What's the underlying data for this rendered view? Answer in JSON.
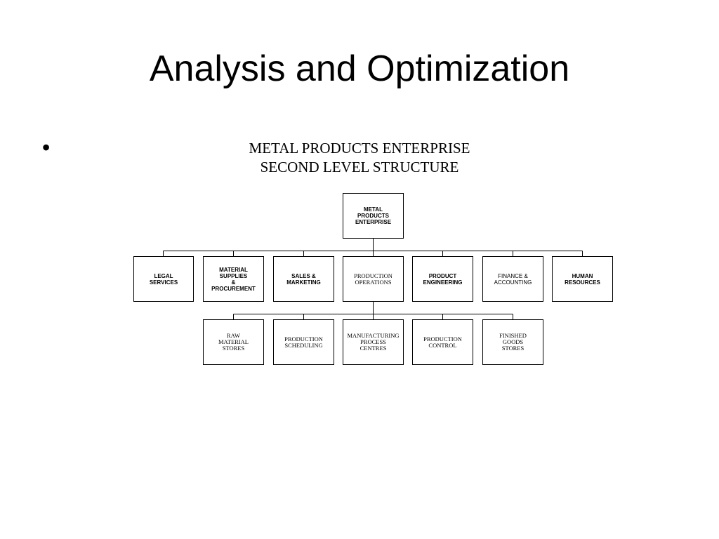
{
  "slide": {
    "title": "Analysis and Optimization",
    "bullet": "•"
  },
  "diagram": {
    "heading_line1": "METAL PRODUCTS ENTERPRISE",
    "heading_line2": "SECOND LEVEL STRUCTURE",
    "root": {
      "label": "METAL\nPRODUCTS\nENTERPRISE"
    },
    "level1": [
      {
        "label": "LEGAL\nSERVICES"
      },
      {
        "label": "MATERIAL\nSUPPLIES\n&\nPROCUREMENT"
      },
      {
        "label": "SALES &\nMARKETING"
      },
      {
        "label": "PRODUCTION\nOPERATIONS"
      },
      {
        "label": "PRODUCT\nENGINEERING"
      },
      {
        "label": "FINANCE &\nACCOUNTING"
      },
      {
        "label": "HUMAN\nRESOURCES"
      }
    ],
    "level2": [
      {
        "label": "RAW\nMATERIAL\nSTORES"
      },
      {
        "label": "PRODUCTION\nSCHEDULING"
      },
      {
        "label": "MANUFACTURING\nPROCESS\nCENTRES"
      },
      {
        "label": "PRODUCTION\nCONTROL"
      },
      {
        "label": "FINISHED\nGOODS\nSTORES"
      }
    ]
  }
}
